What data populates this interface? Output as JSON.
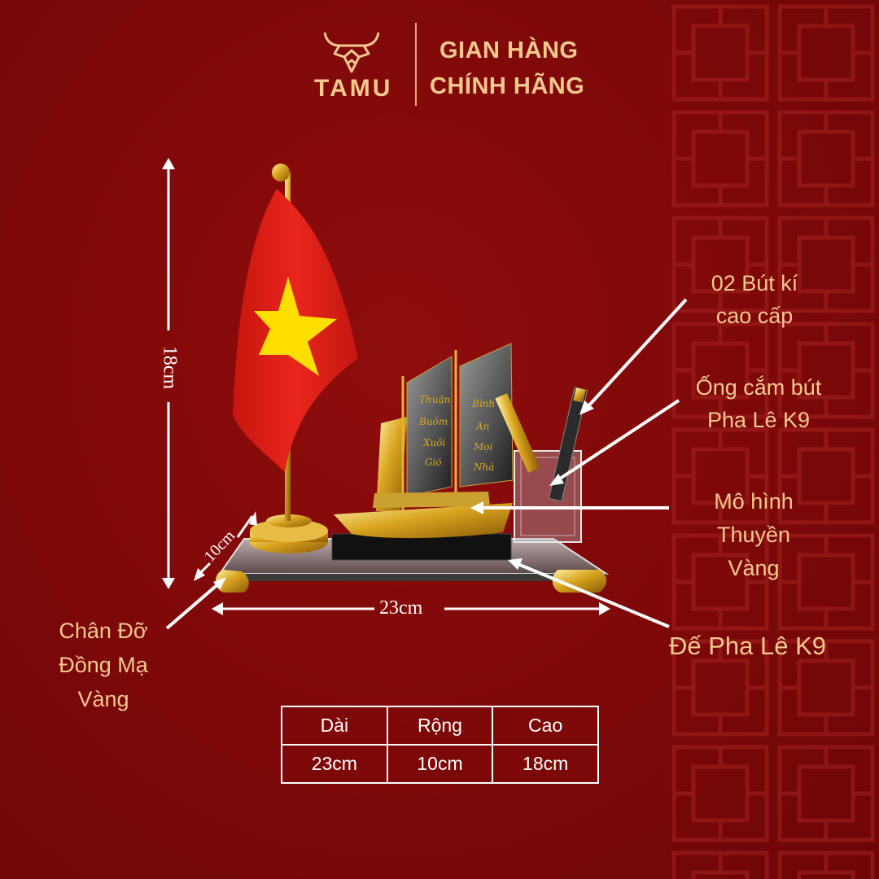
{
  "header": {
    "brand": "TAMU",
    "tagline_line1": "GIAN HÀNG",
    "tagline_line2": "CHÍNH HÃNG",
    "logo_icon": "bull-head-icon"
  },
  "callouts": {
    "pens_line1": "02 Bút kí",
    "pens_line2": "cao cấp",
    "holder_line1": "Ống cắm bút",
    "holder_line2": "Pha Lê K9",
    "boat_line1": "Mô hình",
    "boat_line2": "Thuyền",
    "boat_line3": "Vàng",
    "base": "Đế Pha Lê K9",
    "feet_line1": "Chân Đỡ",
    "feet_line2": "Đồng Mạ",
    "feet_line3": "Vàng"
  },
  "dimensions": {
    "height": "18cm",
    "width": "10cm",
    "length": "23cm"
  },
  "specs_table": {
    "headers": [
      "Dài",
      "Rộng",
      "Cao"
    ],
    "values": [
      "23cm",
      "10cm",
      "18cm"
    ]
  },
  "colors": {
    "background": "#7d0808",
    "accent_gold": "#f3c98e",
    "flag_red": "#e0231b",
    "flag_star": "#ffde00",
    "line_white": "#ffffff"
  }
}
